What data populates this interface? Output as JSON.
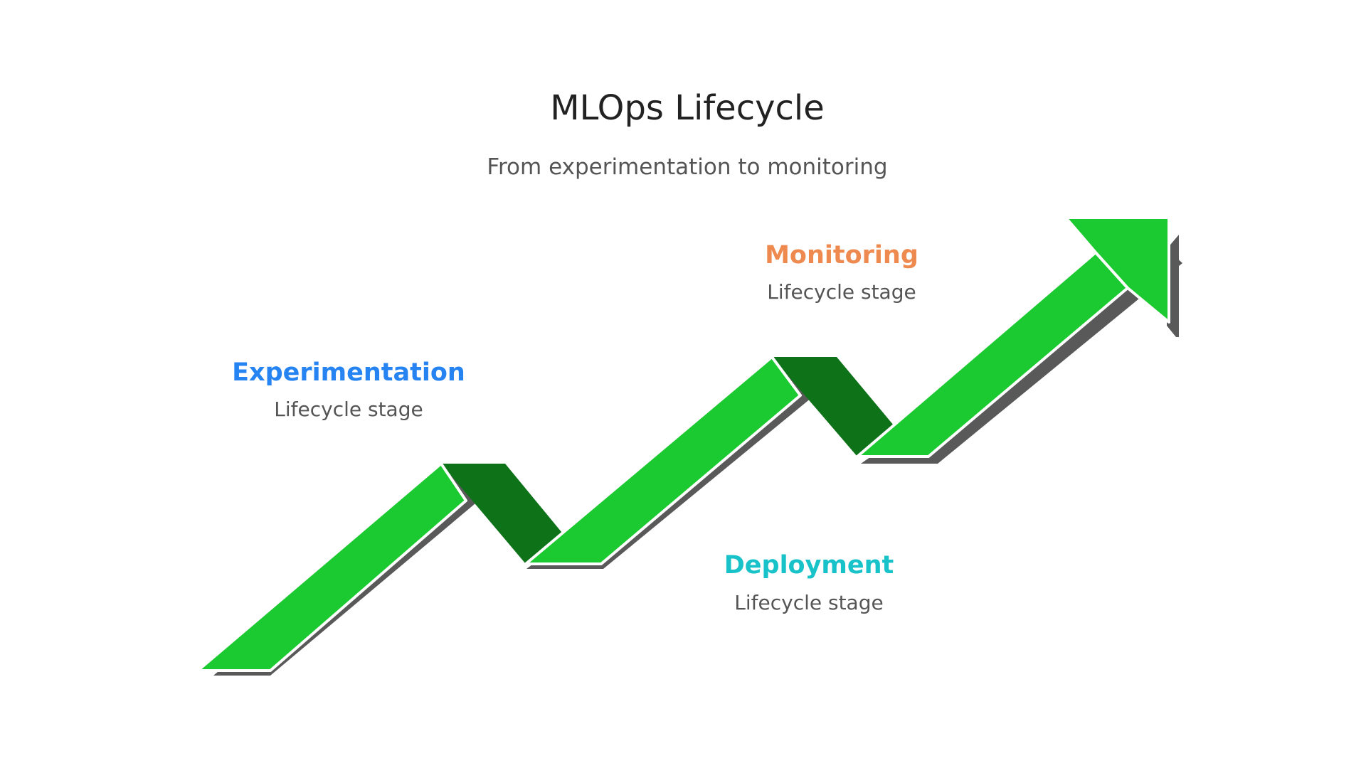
{
  "title": "MLOps Lifecycle",
  "subtitle": "From experimentation to monitoring",
  "stages": [
    {
      "name": "Experimentation",
      "description": "Lifecycle stage",
      "color": "#2684F2"
    },
    {
      "name": "Deployment",
      "description": "Lifecycle stage",
      "color": "#17C2C8"
    },
    {
      "name": "Monitoring",
      "description": "Lifecycle stage",
      "color": "#EE8A4F"
    }
  ],
  "colors": {
    "arrow_main": "#1BC930",
    "arrow_fold": "#0E7219",
    "shadow": "#595959"
  }
}
